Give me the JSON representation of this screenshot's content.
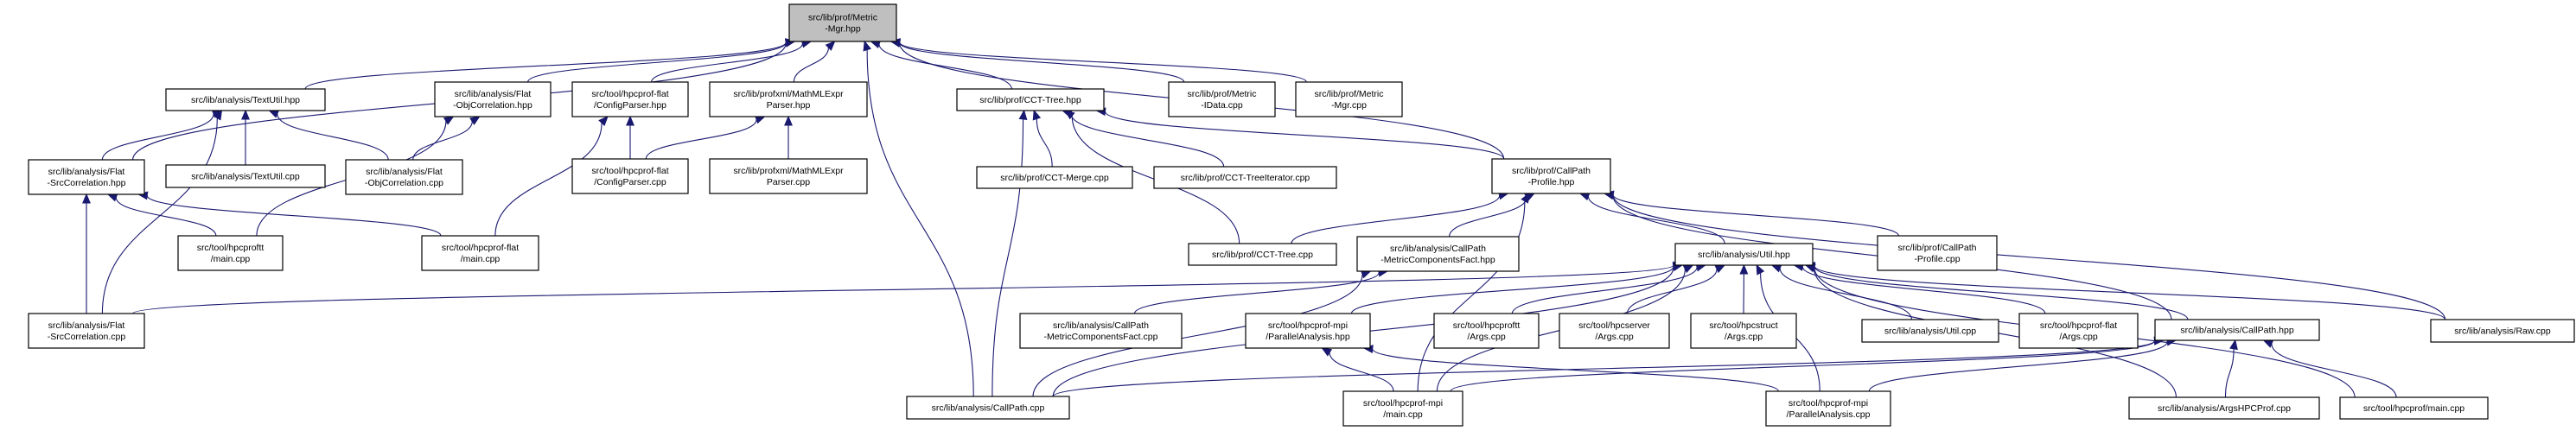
{
  "diagram": {
    "title": "Include dependency graph (included-by) for src/lib/prof/Metric-Mgr.hpp",
    "colors": {
      "edge": "#191970",
      "root_fill": "#bfbfbf",
      "node_fill": "#ffffff",
      "border": "#000000"
    },
    "nodes": [
      {
        "id": "root",
        "lines": [
          "src/lib/prof/Metric",
          "-Mgr.hpp"
        ],
        "root": true
      },
      {
        "id": "textutil_hpp",
        "lines": [
          "src/lib/analysis/TextUtil.hpp"
        ]
      },
      {
        "id": "flatobj_hpp",
        "lines": [
          "src/lib/analysis/Flat",
          "-ObjCorrelation.hpp"
        ]
      },
      {
        "id": "configparser_hpp",
        "lines": [
          "src/tool/hpcprof-flat",
          "/ConfigParser.hpp"
        ]
      },
      {
        "id": "mathml_hpp",
        "lines": [
          "src/lib/profxml/MathMLExpr",
          "Parser.hpp"
        ]
      },
      {
        "id": "ccttree_hpp",
        "lines": [
          "src/lib/prof/CCT-Tree.hpp"
        ]
      },
      {
        "id": "metricidata_cpp",
        "lines": [
          "src/lib/prof/Metric",
          "-IData.cpp"
        ]
      },
      {
        "id": "metricmgr_cpp",
        "lines": [
          "src/lib/prof/Metric",
          "-Mgr.cpp"
        ]
      },
      {
        "id": "flatsrc_hpp",
        "lines": [
          "src/lib/analysis/Flat",
          "-SrcCorrelation.hpp"
        ]
      },
      {
        "id": "textutil_cpp",
        "lines": [
          "src/lib/analysis/TextUtil.cpp"
        ]
      },
      {
        "id": "flatobj_cpp",
        "lines": [
          "src/lib/analysis/Flat",
          "-ObjCorrelation.cpp"
        ]
      },
      {
        "id": "configparser_cpp",
        "lines": [
          "src/tool/hpcprof-flat",
          "/ConfigParser.cpp"
        ]
      },
      {
        "id": "mathml_cpp",
        "lines": [
          "src/lib/profxml/MathMLExpr",
          "Parser.cpp"
        ]
      },
      {
        "id": "cctmerge_cpp",
        "lines": [
          "src/lib/prof/CCT-Merge.cpp"
        ]
      },
      {
        "id": "ccttreeiter_cpp",
        "lines": [
          "src/lib/prof/CCT-TreeIterator.cpp"
        ]
      },
      {
        "id": "cpprofile_hpp",
        "lines": [
          "src/lib/prof/CallPath",
          "-Profile.hpp"
        ]
      },
      {
        "id": "proftt_main_cpp",
        "lines": [
          "src/tool/hpcproftt",
          "/main.cpp"
        ]
      },
      {
        "id": "flat_main_cpp",
        "lines": [
          "src/tool/hpcprof-flat",
          "/main.cpp"
        ]
      },
      {
        "id": "ccttree_cpp",
        "lines": [
          "src/lib/prof/CCT-Tree.cpp"
        ]
      },
      {
        "id": "mcf_hpp",
        "lines": [
          "src/lib/analysis/CallPath",
          "-MetricComponentsFact.hpp"
        ]
      },
      {
        "id": "util_hpp",
        "lines": [
          "src/lib/analysis/Util.hpp"
        ]
      },
      {
        "id": "cpprofile_cpp",
        "lines": [
          "src/lib/prof/CallPath",
          "-Profile.cpp"
        ]
      },
      {
        "id": "flatsrc_cpp",
        "lines": [
          "src/lib/analysis/Flat",
          "-SrcCorrelation.cpp"
        ]
      },
      {
        "id": "mcf_cpp",
        "lines": [
          "src/lib/analysis/CallPath",
          "-MetricComponentsFact.cpp"
        ]
      },
      {
        "id": "parallel_hpp",
        "lines": [
          "src/tool/hpcprof-mpi",
          "/ParallelAnalysis.hpp"
        ]
      },
      {
        "id": "proftt_args_cpp",
        "lines": [
          "src/tool/hpcproftt",
          "/Args.cpp"
        ]
      },
      {
        "id": "server_args_cpp",
        "lines": [
          "src/tool/hpcserver",
          "/Args.cpp"
        ]
      },
      {
        "id": "struct_args_cpp",
        "lines": [
          "src/tool/hpcstruct",
          "/Args.cpp"
        ]
      },
      {
        "id": "util_cpp",
        "lines": [
          "src/lib/analysis/Util.cpp"
        ]
      },
      {
        "id": "flat_args_cpp",
        "lines": [
          "src/tool/hpcprof-flat",
          "/Args.cpp"
        ]
      },
      {
        "id": "callpath_hpp",
        "lines": [
          "src/lib/analysis/CallPath.hpp"
        ]
      },
      {
        "id": "raw_cpp",
        "lines": [
          "src/lib/analysis/Raw.cpp"
        ]
      },
      {
        "id": "callpath_cpp",
        "lines": [
          "src/lib/analysis/CallPath.cpp"
        ]
      },
      {
        "id": "mpi_main_cpp",
        "lines": [
          "src/tool/hpcprof-mpi",
          "/main.cpp"
        ]
      },
      {
        "id": "parallel_cpp",
        "lines": [
          "src/tool/hpcprof-mpi",
          "/ParallelAnalysis.cpp"
        ]
      },
      {
        "id": "argshpcprof_cpp",
        "lines": [
          "src/lib/analysis/ArgsHPCProf.cpp"
        ]
      },
      {
        "id": "hpcprof_main_cpp",
        "lines": [
          "src/tool/hpcprof/main.cpp"
        ]
      }
    ],
    "edges": [
      [
        "textutil_hpp",
        "root"
      ],
      [
        "flatsrc_hpp",
        "root"
      ],
      [
        "flatobj_hpp",
        "root"
      ],
      [
        "configparser_hpp",
        "root"
      ],
      [
        "mathml_hpp",
        "root"
      ],
      [
        "callpath_cpp",
        "root"
      ],
      [
        "ccttree_hpp",
        "root"
      ],
      [
        "cpprofile_hpp",
        "root"
      ],
      [
        "metricidata_cpp",
        "root"
      ],
      [
        "metricmgr_cpp",
        "root"
      ],
      [
        "flatsrc_hpp",
        "textutil_hpp"
      ],
      [
        "textutil_cpp",
        "textutil_hpp"
      ],
      [
        "flatobj_cpp",
        "textutil_hpp"
      ],
      [
        "flatsrc_cpp",
        "textutil_hpp"
      ],
      [
        "flatobj_cpp",
        "flatobj_hpp"
      ],
      [
        "proftt_main_cpp",
        "flatobj_hpp"
      ],
      [
        "configparser_cpp",
        "configparser_hpp"
      ],
      [
        "flat_main_cpp",
        "configparser_hpp"
      ],
      [
        "configparser_cpp",
        "mathml_hpp"
      ],
      [
        "mathml_cpp",
        "mathml_hpp"
      ],
      [
        "flatsrc_cpp",
        "flatsrc_hpp"
      ],
      [
        "proftt_main_cpp",
        "flatsrc_hpp"
      ],
      [
        "flat_main_cpp",
        "flatsrc_hpp"
      ],
      [
        "callpath_cpp",
        "ccttree_hpp"
      ],
      [
        "cctmerge_cpp",
        "ccttree_hpp"
      ],
      [
        "ccttreeiter_cpp",
        "ccttree_hpp"
      ],
      [
        "cpprofile_hpp",
        "ccttree_hpp"
      ],
      [
        "ccttree_cpp",
        "ccttree_hpp"
      ],
      [
        "ccttree_cpp",
        "cpprofile_hpp"
      ],
      [
        "mcf_hpp",
        "cpprofile_hpp"
      ],
      [
        "mpi_main_cpp",
        "cpprofile_hpp"
      ],
      [
        "util_hpp",
        "cpprofile_hpp"
      ],
      [
        "cpprofile_cpp",
        "cpprofile_hpp"
      ],
      [
        "callpath_hpp",
        "cpprofile_hpp"
      ],
      [
        "raw_cpp",
        "cpprofile_hpp"
      ],
      [
        "mcf_cpp",
        "mcf_hpp"
      ],
      [
        "callpath_cpp",
        "mcf_hpp"
      ],
      [
        "flatsrc_cpp",
        "util_hpp"
      ],
      [
        "callpath_cpp",
        "util_hpp"
      ],
      [
        "parallel_hpp",
        "util_hpp"
      ],
      [
        "proftt_args_cpp",
        "util_hpp"
      ],
      [
        "server_args_cpp",
        "util_hpp"
      ],
      [
        "struct_args_cpp",
        "util_hpp"
      ],
      [
        "parallel_cpp",
        "util_hpp"
      ],
      [
        "util_cpp",
        "util_hpp"
      ],
      [
        "flat_args_cpp",
        "util_hpp"
      ],
      [
        "callpath_hpp",
        "util_hpp"
      ],
      [
        "argshpcprof_cpp",
        "util_hpp"
      ],
      [
        "hpcprof_main_cpp",
        "util_hpp"
      ],
      [
        "raw_cpp",
        "util_hpp"
      ],
      [
        "mpi_main_cpp",
        "util_hpp"
      ],
      [
        "mpi_main_cpp",
        "parallel_hpp"
      ],
      [
        "parallel_cpp",
        "parallel_hpp"
      ],
      [
        "callpath_cpp",
        "callpath_hpp"
      ],
      [
        "mpi_main_cpp",
        "callpath_hpp"
      ],
      [
        "parallel_cpp",
        "callpath_hpp"
      ],
      [
        "argshpcprof_cpp",
        "callpath_hpp"
      ],
      [
        "hpcprof_main_cpp",
        "callpath_hpp"
      ]
    ]
  }
}
